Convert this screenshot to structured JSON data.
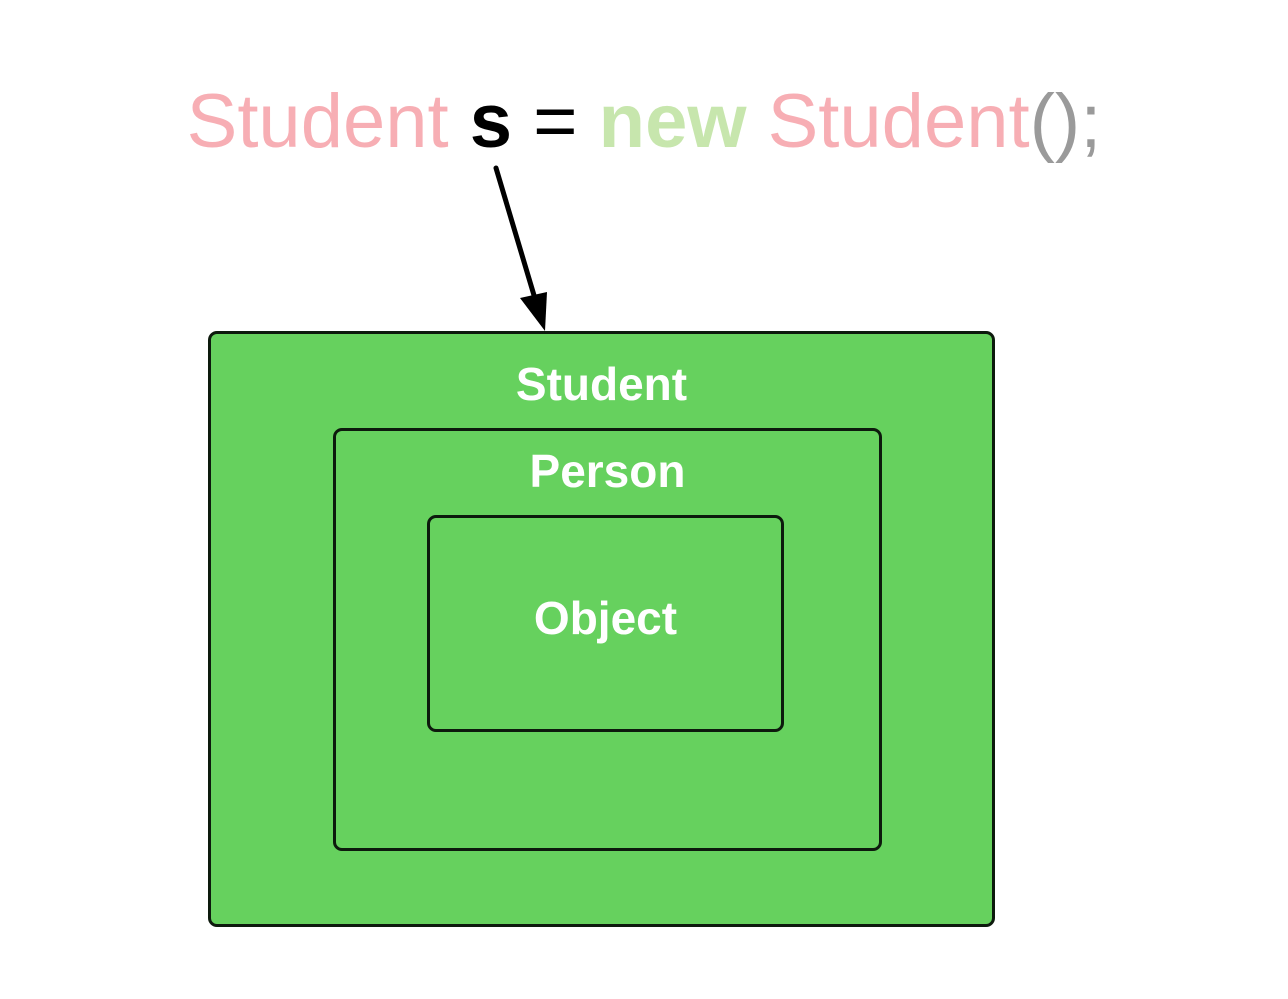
{
  "code": {
    "type_name": "Student",
    "variable": "s",
    "assign": "=",
    "keyword": "new",
    "constructor": "Student",
    "parens": "()",
    "semicolon": ";"
  },
  "boxes": {
    "outer_label": "Student",
    "middle_label": "Person",
    "inner_label": "Object"
  },
  "colors": {
    "type_color": "#f7aeb4",
    "keyword_color": "#c7e6ad",
    "paren_color": "#9a9a9a",
    "box_fill": "#66d15e",
    "box_border": "#0d1a0d",
    "box_text": "#ffffff"
  }
}
